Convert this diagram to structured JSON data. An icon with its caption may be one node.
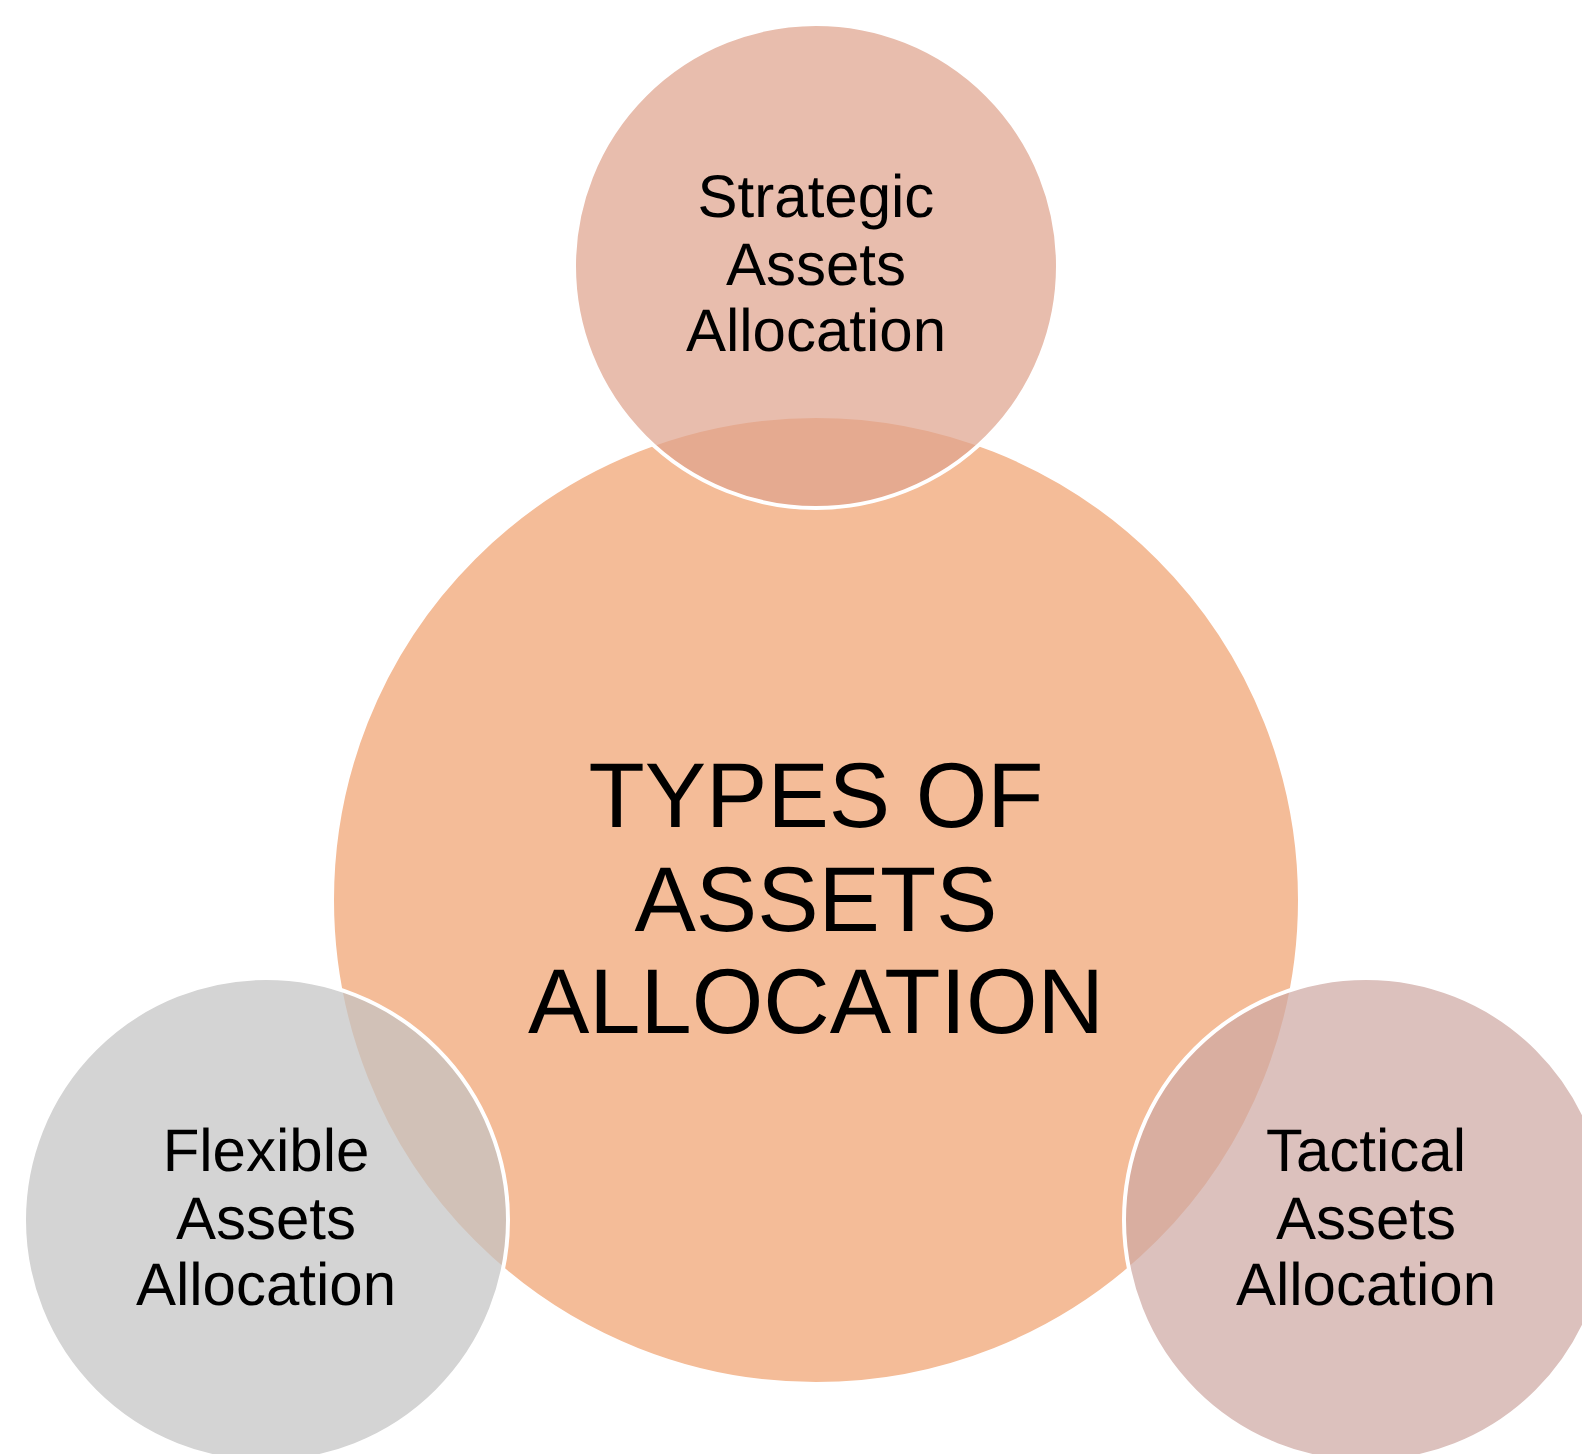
{
  "diagram": {
    "nodes": [
      {
        "text": [
          "Strategic Assets Allocation"
        ]
      },
      {
        "text": [
          "TYPES OF ASSETS ALLOCATION"
        ]
      },
      {
        "text": [
          "Flexible Assets Allocation"
        ]
      },
      {
        "text": [
          "Tactical Assets Allocation"
        ]
      }
    ]
  }
}
